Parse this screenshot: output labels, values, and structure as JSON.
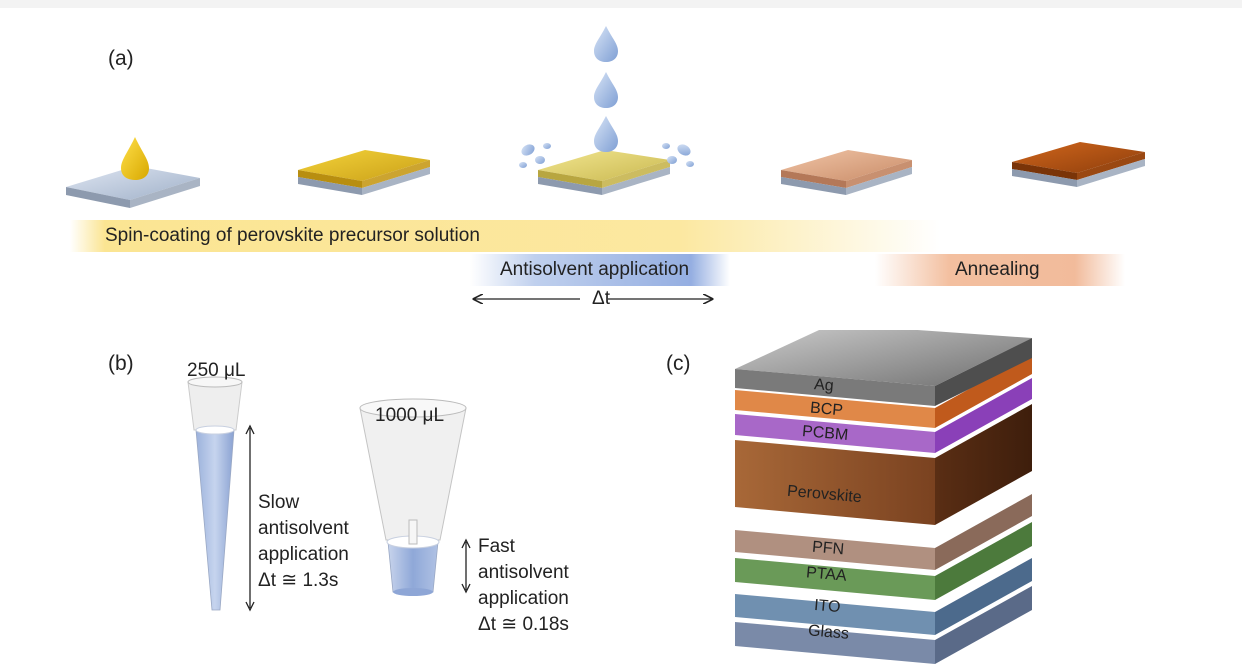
{
  "panels": {
    "a_label": "(a)",
    "b_label": "(b)",
    "c_label": "(c)"
  },
  "process": {
    "spin_coating": "Spin-coating of perovskite precursor solution",
    "antisolvent": "Antisolvent application",
    "annealing": "Annealing",
    "delta_t": "Δt"
  },
  "pipettes": {
    "small_volume": "250 μL",
    "large_volume": "1000 μL",
    "slow_lines": [
      "Slow",
      "antisolvent",
      "application",
      "Δt ≅ 1.3s"
    ],
    "fast_lines": [
      "Fast",
      "antisolvent",
      "application",
      "Δt ≅ 0.18s"
    ]
  },
  "stack": {
    "layers": [
      "Ag",
      "BCP",
      "PCBM",
      "Perovskite",
      "PFN",
      "PTAA",
      "ITO",
      "Glass"
    ]
  },
  "colors": {
    "precursor": "#e8c020",
    "antisolvent": "#8fb0e0",
    "annealed": "#b35a18",
    "silver": "#8a8a8a",
    "bcp": "#e07a30",
    "pcbm": "#a050d0",
    "perovskite": "#8a4a22",
    "pfn": "#b08a78",
    "ptaa": "#6a9a58",
    "ito": "#7090b0",
    "glass": "#7a8aa8"
  }
}
